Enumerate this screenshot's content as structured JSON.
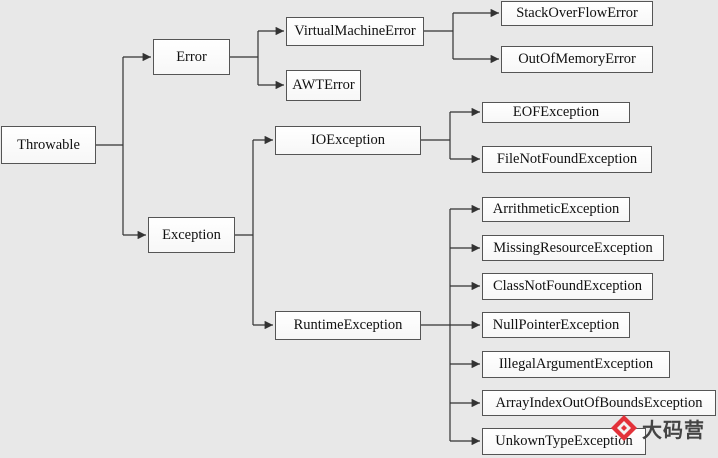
{
  "nodes": {
    "throwable": "Throwable",
    "error": "Error",
    "exception": "Exception",
    "virtual_machine_error": "VirtualMachineError",
    "awt_error": "AWTError",
    "stack_overflow_error": "StackOverFlowError",
    "out_of_memory_error": "OutOfMemoryError",
    "io_exception": "IOException",
    "eof_exception": "EOFException",
    "file_not_found_exception": "FileNotFoundException",
    "runtime_exception": "RuntimeException",
    "arithmetic_exception": "ArrithmeticException",
    "missing_resource_exception": "MissingResourceException",
    "class_not_found_exception": "ClassNotFoundException",
    "null_pointer_exception": "NullPointerException",
    "illegal_argument_exception": "IllegalArgumentException",
    "array_index_out_of_bounds_exception": "ArrayIndexOutOfBoundsException",
    "unknown_type_exception": "UnkownTypeException"
  },
  "watermark": {
    "brand": "大码营"
  },
  "colors": {
    "background": "#e8e8e8",
    "box_border": "#555555",
    "connector": "#333333",
    "watermark_red": "#e3323a"
  }
}
